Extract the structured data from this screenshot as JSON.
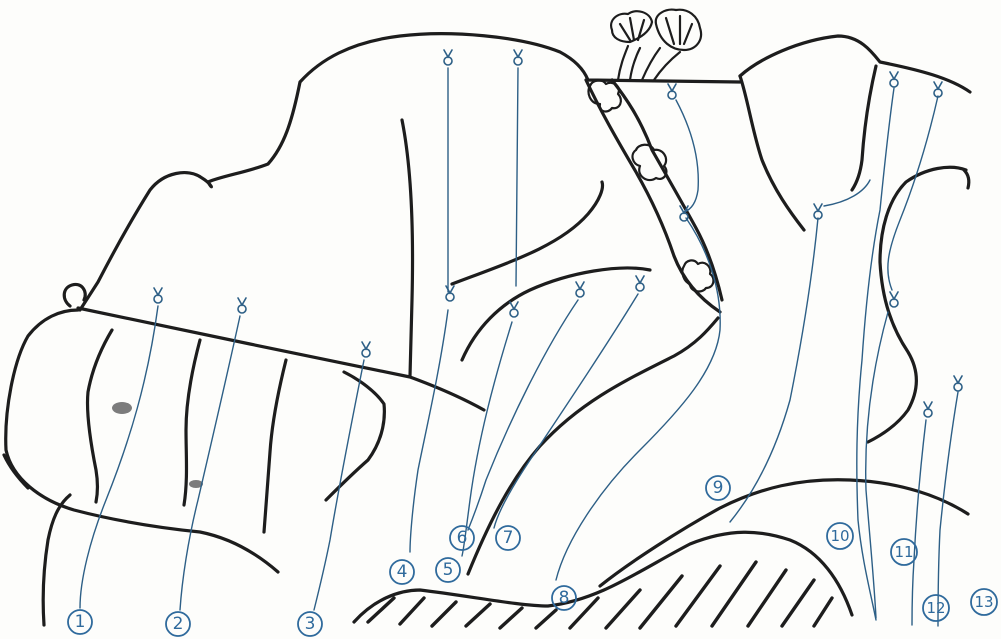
{
  "labels": [
    {
      "id": "1",
      "text": "1"
    },
    {
      "id": "2",
      "text": "2"
    },
    {
      "id": "3",
      "text": "3"
    },
    {
      "id": "4",
      "text": "4"
    },
    {
      "id": "5",
      "text": "5"
    },
    {
      "id": "6",
      "text": "6"
    },
    {
      "id": "7",
      "text": "7"
    },
    {
      "id": "8",
      "text": "8"
    },
    {
      "id": "9",
      "text": "9"
    },
    {
      "id": "10",
      "text": "10"
    },
    {
      "id": "11",
      "text": "11"
    },
    {
      "id": "12",
      "text": "12"
    },
    {
      "id": "13",
      "text": "13"
    }
  ],
  "colors": {
    "ink": "#1d1d1d",
    "leader": "#2d5f86",
    "label": "#2f6a9c",
    "paper": "#fdfdfb"
  },
  "icons": {
    "attachment": "hook-node-icon",
    "wood_fruiting_body": "mushroom-cluster-icon"
  }
}
